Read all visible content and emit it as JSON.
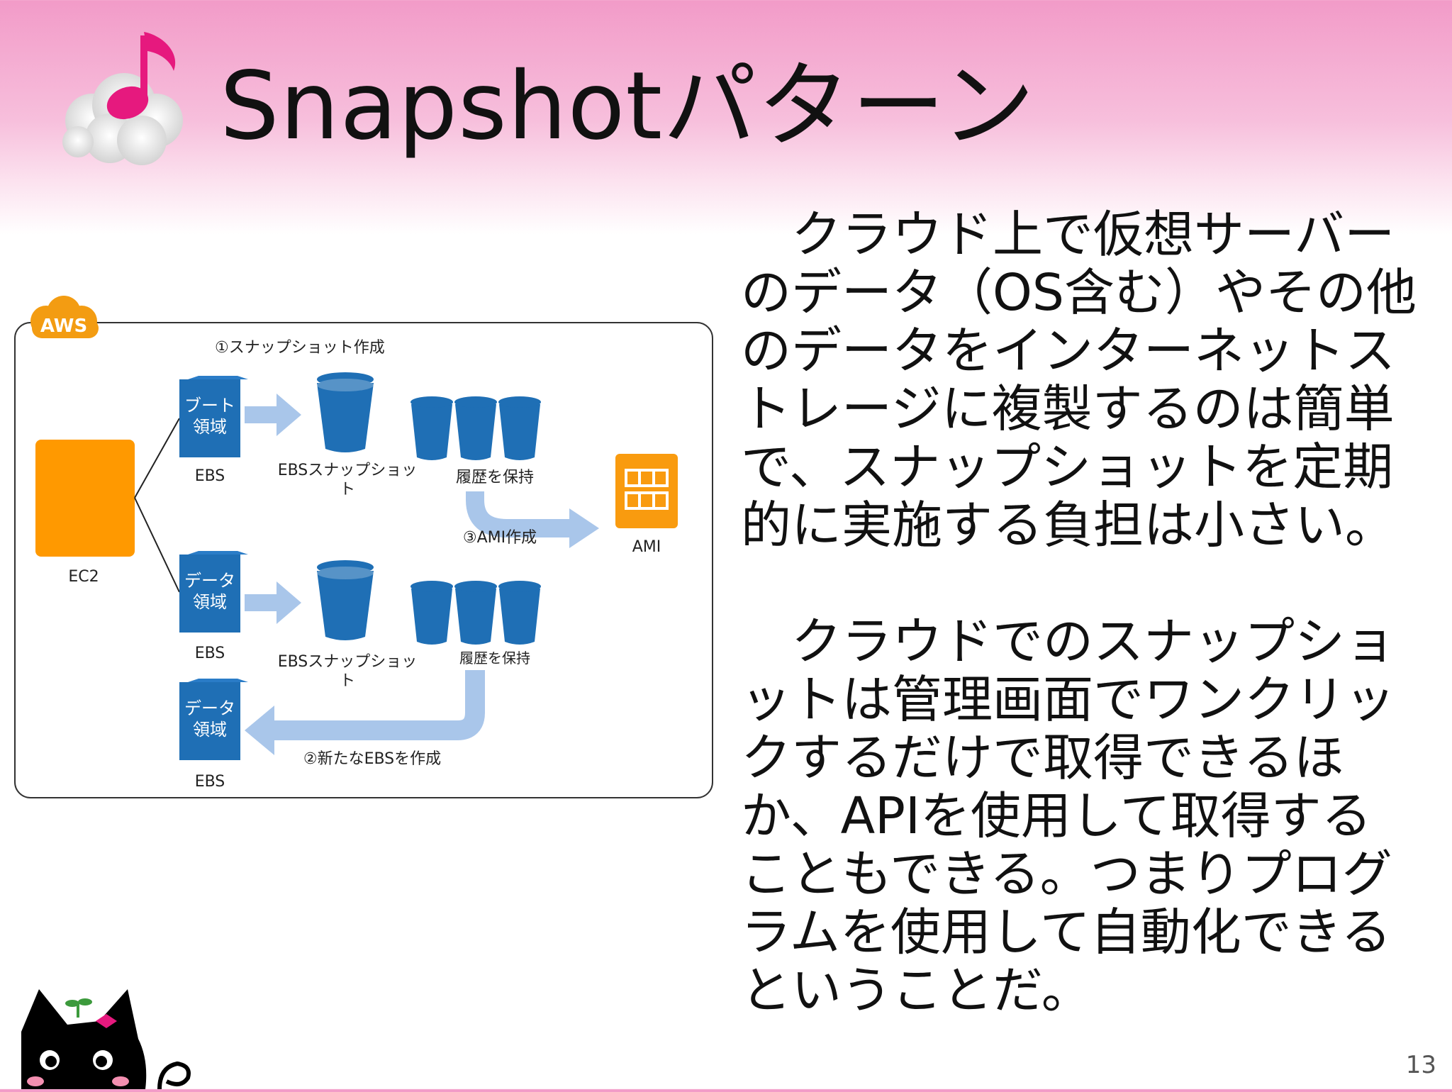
{
  "slide": {
    "title": "Snapshotパターン",
    "page_number": "13"
  },
  "body": {
    "paragraph1": "クラウド上で仮想サーバーのデータ（OS含む）やその他のデータをインターネットストレージに複製するのは簡単で、スナップショットを定期的に実施する負担は小さい。",
    "paragraph2": "クラウドでのスナップショットは管理画面でワンクリックするだけで取得できるほか、APIを使用して取得することもできる。つまりプログラムを使用して自動化できるということだ。"
  },
  "diagram": {
    "aws_badge": "AWS",
    "step1": "①スナップショット作成",
    "step2": "②新たなEBSを作成",
    "step3": "③AMI作成",
    "ec2_label": "EC2",
    "boot_volume_line1": "ブート",
    "boot_volume_line2": "領域",
    "data_volume_line1": "データ",
    "data_volume_line2": "領域",
    "ebs_label": "EBS",
    "snapshot_label_line1": "EBSスナップショッ",
    "snapshot_label_line2": "ト",
    "history_label": "履歴を保持",
    "ami_label": "AMI",
    "colors": {
      "ec2_orange": "#ff9900",
      "ebs_blue": "#1f6fb5",
      "arrow_light_blue": "#a9c6ea",
      "aws_orange": "#f39c12"
    }
  }
}
